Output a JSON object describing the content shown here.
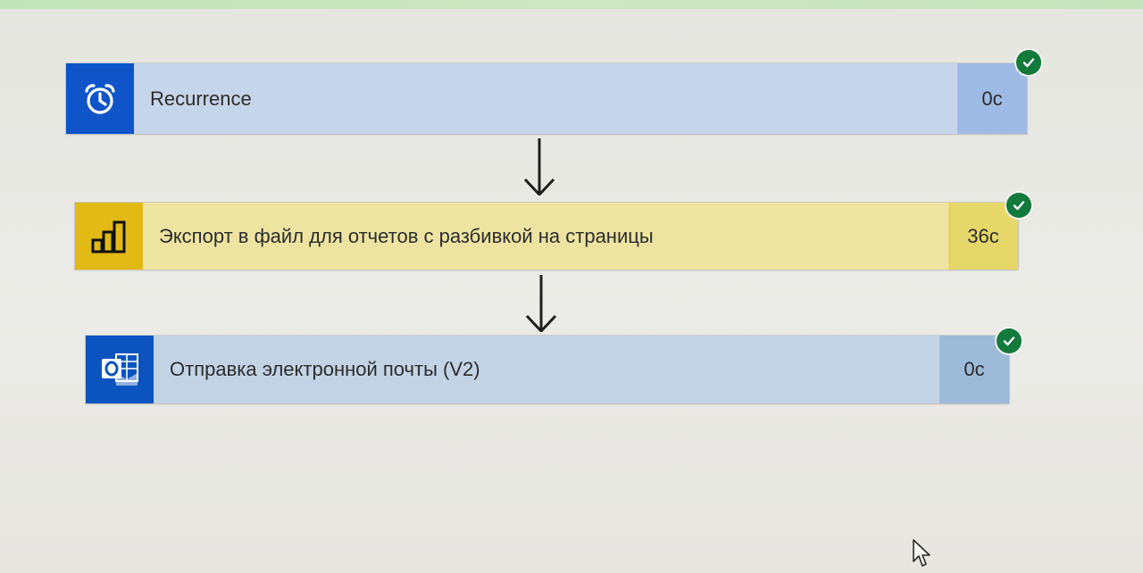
{
  "flow": {
    "steps": [
      {
        "name": "Recurrence",
        "duration": "0с",
        "icon": "alarm-clock-icon",
        "status_icon": "check-icon",
        "accent": "#0f55c9"
      },
      {
        "name": "Экспорт в файл для отчетов с разбивкой на страницы",
        "duration": "36с",
        "icon": "powerbi-report-icon",
        "status_icon": "check-icon",
        "accent": "#e3b914"
      },
      {
        "name": "Отправка электронной почты (V2)",
        "duration": "0с",
        "icon": "outlook-mail-icon",
        "status_icon": "check-icon",
        "accent": "#0b54bf"
      }
    ]
  },
  "colors": {
    "success": "#127a3a",
    "recurrence_body": "#c7d5ea",
    "export_body": "#eee4a2",
    "mail_body": "#c3d3e4"
  }
}
